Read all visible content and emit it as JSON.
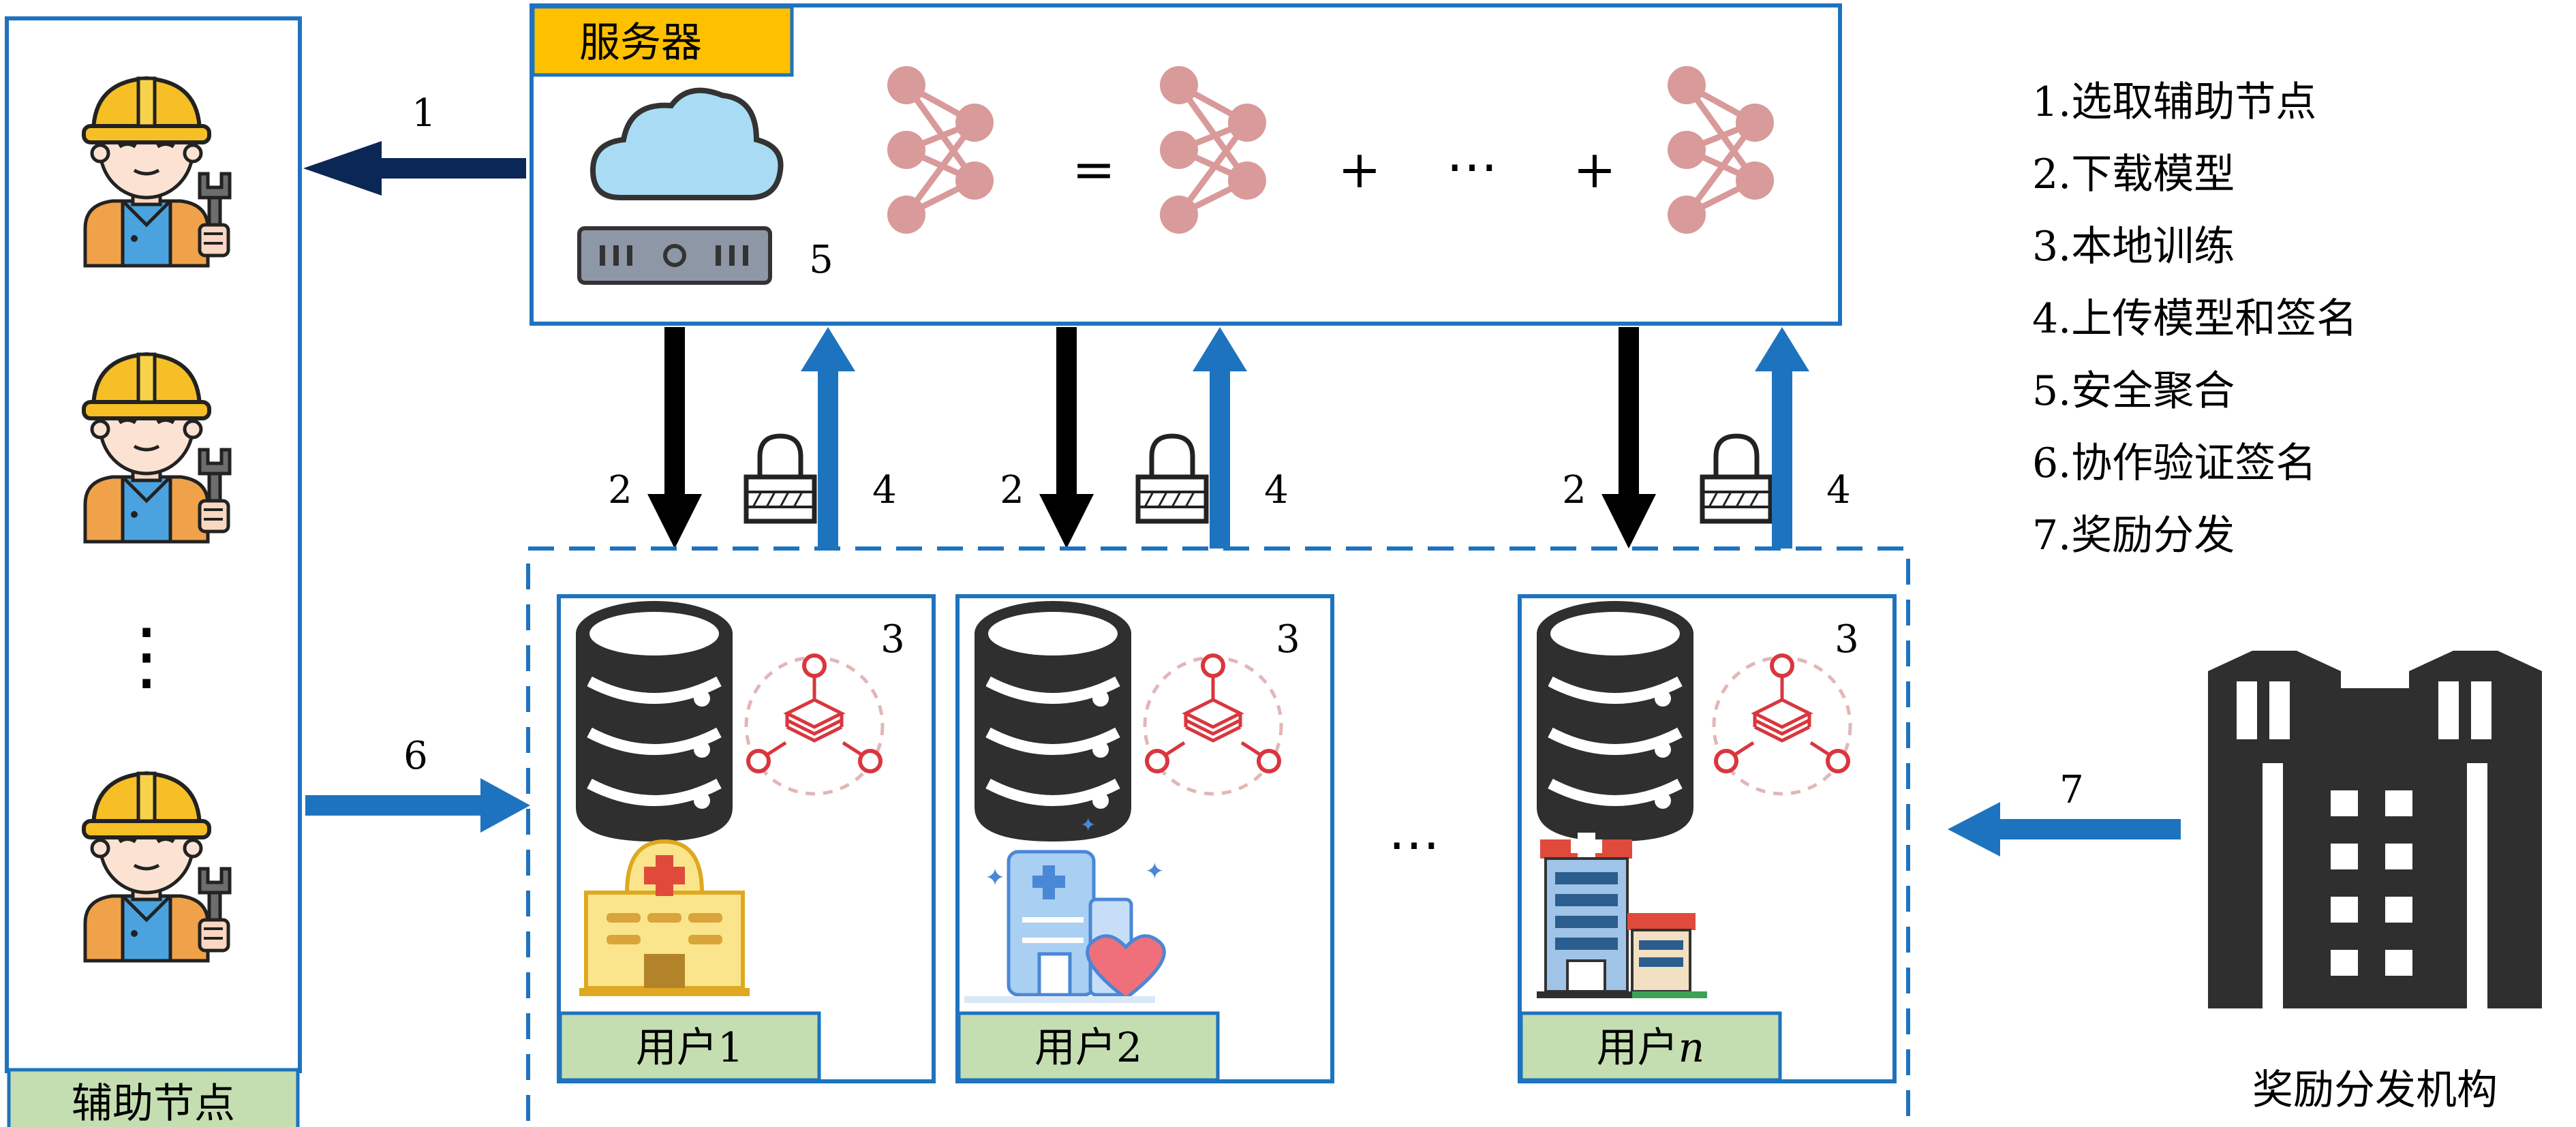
{
  "server": {
    "label": "服务器",
    "step": "5",
    "eq": "=",
    "plus": "+",
    "dots": "⋯"
  },
  "helpers": {
    "label": "辅助节点",
    "vdots": "⋮"
  },
  "users": [
    {
      "label": "用户1",
      "step": "3"
    },
    {
      "label": "用户2",
      "step": "3"
    },
    {
      "label": "用户",
      "label_var": "n",
      "step": "3"
    }
  ],
  "users_between_dots": "⋯",
  "arrows": {
    "select_helpers": "1",
    "download": "2",
    "upload": "4",
    "verify": "6",
    "reward": "7"
  },
  "reward_org": {
    "label": "奖励分发机构"
  },
  "legend": [
    "1.选取辅助节点",
    "2.下载模型",
    "3.本地训练",
    "4.上传模型和签名",
    "5.安全聚合",
    "6.协作验证签名",
    "7.奖励分发"
  ],
  "colors": {
    "frame_blue": "#1e73be",
    "label_green": "#c5deb1",
    "label_orange": "#ffc000",
    "dark_navy": "#0b2756",
    "neuron_pink": "#d99a9a",
    "db_dark": "#2f2f2f"
  }
}
